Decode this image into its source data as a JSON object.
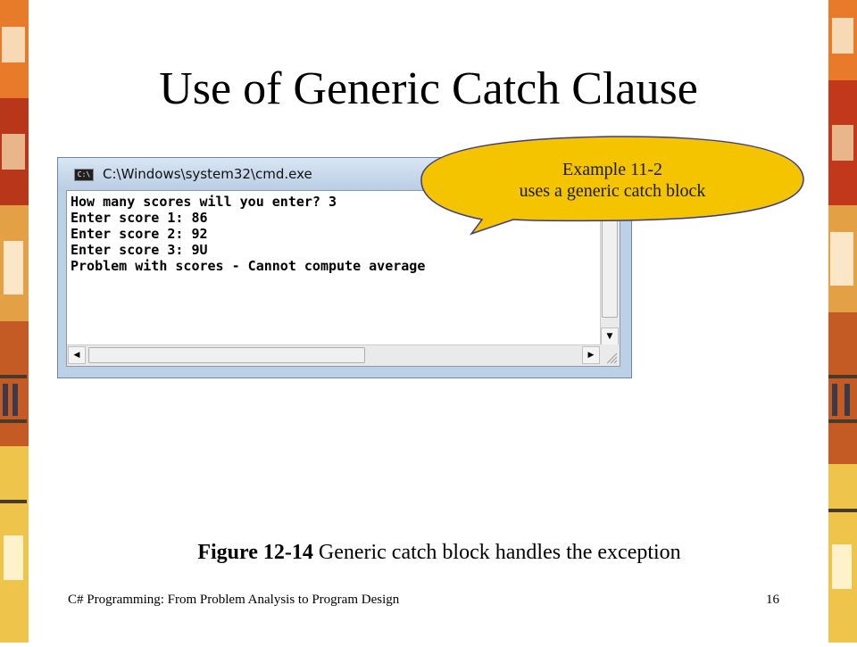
{
  "slide": {
    "title": "Use of Generic Catch Clause",
    "caption_figure": "Figure 12-14",
    "caption_text": " Generic catch block handles the exception",
    "footer": "C# Programming: From Problem Analysis to Program Design",
    "page_number": "16"
  },
  "cmd_window": {
    "icon": "cmd-icon",
    "icon_text": "C:\\",
    "title": "C:\\Windows\\system32\\cmd.exe",
    "lines": [
      "How many scores will you enter? 3",
      "Enter score 1: 86",
      "Enter score 2: 92",
      "Enter score 3: 9U",
      "Problem with scores - Cannot compute average"
    ]
  },
  "callout": {
    "line1": "Example 11-2",
    "line2": "uses a generic catch block",
    "color": "#f5c400"
  }
}
